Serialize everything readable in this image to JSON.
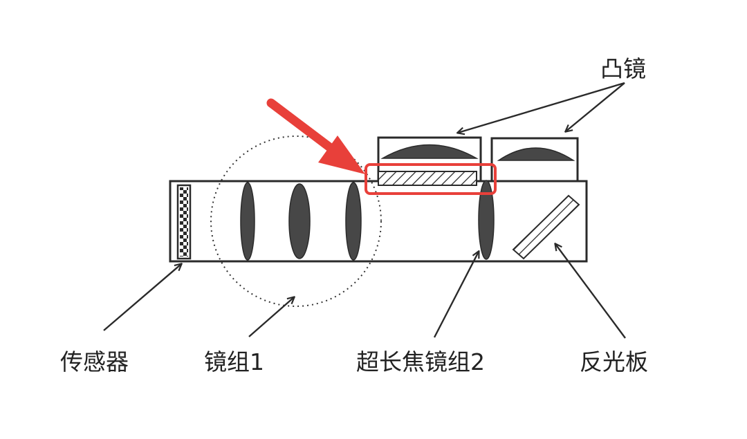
{
  "labels": {
    "convex_lens": "凸镜",
    "sensor": "传感器",
    "lens_group_1": "镜组1",
    "telephoto_lens_group_2": "超长焦镜组2",
    "reflector": "反光板"
  },
  "colors": {
    "ink": "#2a2a2a",
    "lens_fill": "#474747",
    "highlight": "#e8403a"
  }
}
